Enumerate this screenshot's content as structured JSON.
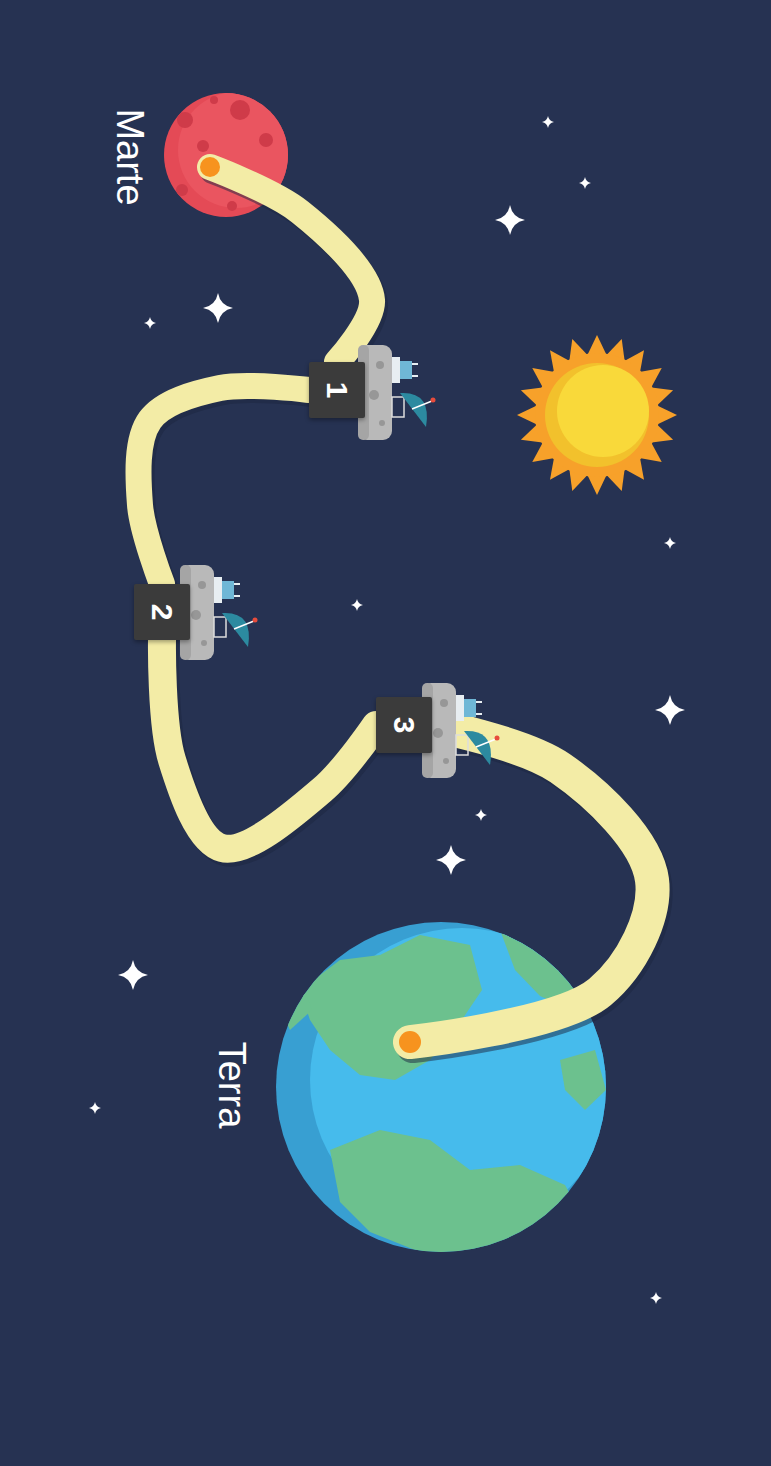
{
  "diagram": {
    "nodes": [
      {
        "text": [
          "Marte"
        ]
      },
      {
        "text": [
          "1"
        ]
      },
      {
        "text": [
          "2"
        ]
      },
      {
        "text": [
          "3"
        ]
      },
      {
        "text": [
          "Terra"
        ]
      }
    ],
    "edges": [
      {
        "from": 0,
        "to": 1,
        "arrow": "none"
      },
      {
        "from": 1,
        "to": 2,
        "arrow": "none"
      },
      {
        "from": 2,
        "to": 3,
        "arrow": "none"
      },
      {
        "from": 3,
        "to": 4,
        "arrow": "none"
      }
    ]
  }
}
